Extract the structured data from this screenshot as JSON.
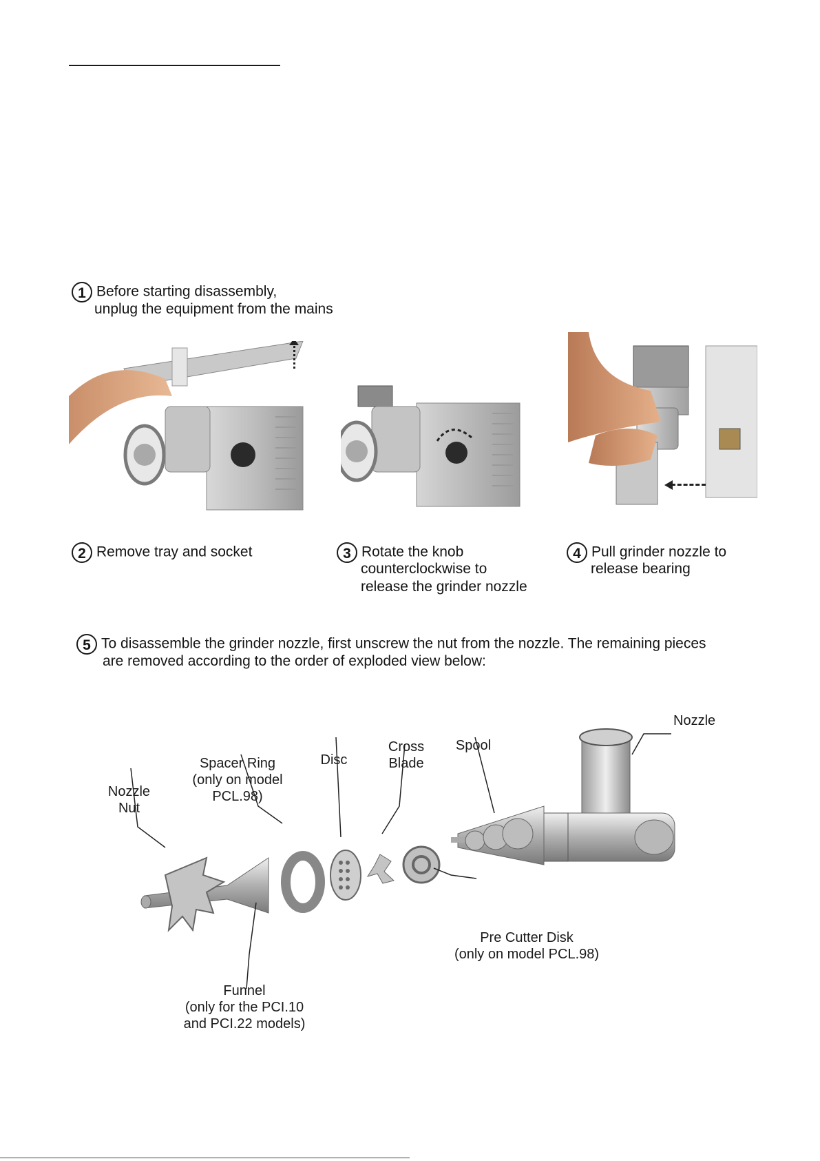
{
  "steps": {
    "s1": {
      "num": "1",
      "line1": "Before starting disassembly,",
      "line2": "unplug the equipment from the mains"
    },
    "s2": {
      "num": "2",
      "line1": "Remove tray and socket"
    },
    "s3": {
      "num": "3",
      "line1": "Rotate the knob",
      "line2": "counterclockwise to",
      "line3": "release the grinder nozzle"
    },
    "s4": {
      "num": "4",
      "line1": "Pull grinder nozzle to",
      "line2": "release bearing"
    },
    "s5": {
      "num": "5",
      "line1": "To disassemble the grinder nozzle, first unscrew the nut from the nozzle. The remaining pieces",
      "line2": "are removed according to the order of exploded view below:"
    }
  },
  "parts": {
    "nozzle": "Nozzle",
    "nozzle_nut_1": "Nozzle",
    "nozzle_nut_2": "Nut",
    "spacer_1": "Spacer Ring",
    "spacer_2": "(only on model",
    "spacer_3": "PCL.98)",
    "disc": "Disc",
    "cross_1": "Cross",
    "cross_2": "Blade",
    "spool": "Spool",
    "precutter_1": "Pre Cutter Disk",
    "precutter_2": "(only on model PCL.98)",
    "funnel_1": "Funnel",
    "funnel_2": "(only for the PCI.10",
    "funnel_3": "and PCI.22 models)"
  }
}
